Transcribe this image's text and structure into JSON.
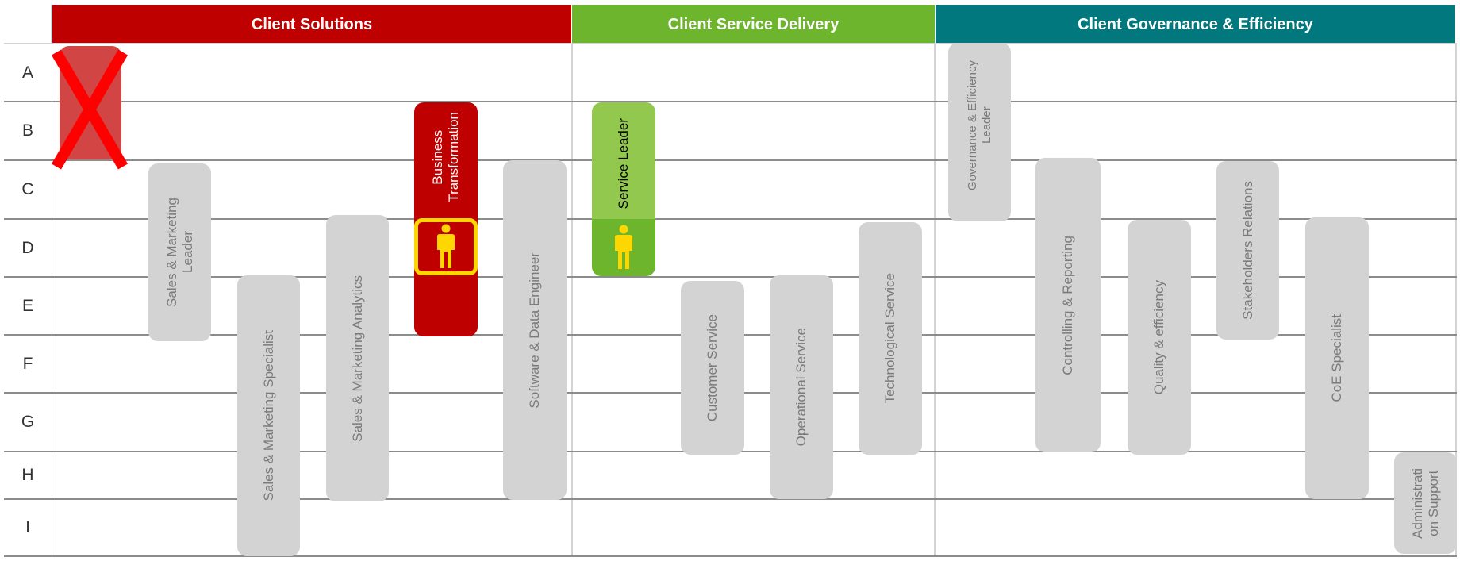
{
  "columns": [
    {
      "label": "Client Solutions",
      "color": "#bf0000"
    },
    {
      "label": "Client Service Delivery",
      "color": "#6cb52d"
    },
    {
      "label": "Client Governance & Efficiency",
      "color": "#00787e"
    }
  ],
  "rows": [
    "A",
    "B",
    "C",
    "D",
    "E",
    "F",
    "G",
    "H",
    "I"
  ],
  "roles": {
    "removed_role_fragment": "?",
    "sales_marketing_leader": "Sales & Marketing\nLeader",
    "sales_marketing_specialist": "Sales & Marketing Specialist",
    "sales_marketing_analytics": "Sales & Marketing Analytics",
    "business_transformation": "Business\nTransformation",
    "software_data_engineer": "Software & Data Engineer",
    "service_leader": "Service Leader",
    "customer_service": "Customer Service",
    "operational_service": "Operational Service",
    "technological_service": "Technological Service",
    "governance_efficiency_leader": "Governance & Efficiency\nLeader",
    "controlling_reporting": "Controlling & Reporting",
    "quality_efficiency": "Quality & efficiency",
    "stakeholders_relations": "Stakeholders Relations",
    "coe_specialist": "CoE Specialist",
    "administration_support": "Administrati\non Support"
  },
  "colors": {
    "card_grey": "#d3d3d3",
    "highlight_red": "#bf0000",
    "highlight_green": "#92c84e",
    "person_icon": "#ffd700",
    "removed_mark": "#ff0000"
  },
  "icons": [
    "person-icon",
    "person-icon",
    "cross-mark-icon"
  ]
}
